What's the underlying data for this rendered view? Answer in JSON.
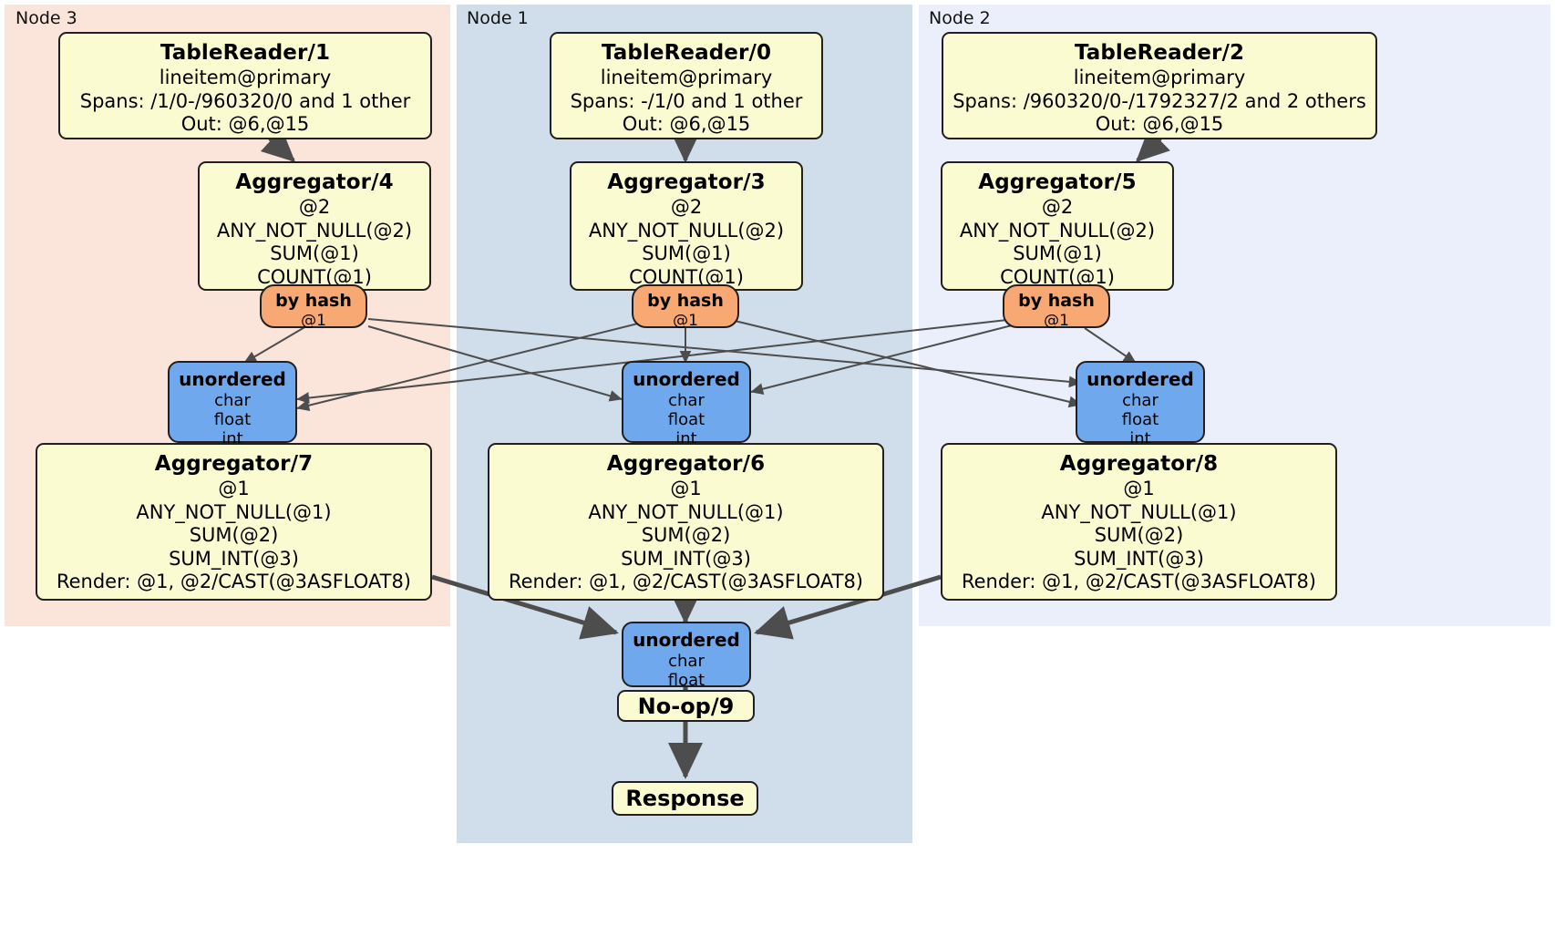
{
  "diagram": {
    "type": "distributed-query-plan",
    "colors": {
      "node3_bg": "#fbe5da",
      "node1_bg": "#cfdeea",
      "node2_bg": "#eaeffb",
      "processor_fill": "#fbfbd2",
      "router_fill": "#f7a873",
      "sync_fill": "#6fa8ec",
      "stroke": "#231f20",
      "edge": "#4d4d4d"
    }
  },
  "panels": [
    {
      "id": "node3",
      "label": "Node 3"
    },
    {
      "id": "node1",
      "label": "Node 1"
    },
    {
      "id": "node2",
      "label": "Node 2"
    }
  ],
  "processors": {
    "table_reader_1": {
      "title": "TableReader/1",
      "lines": [
        "lineitem@primary",
        "Spans: /1/0-/960320/0 and 1 other",
        "Out: @6,@15"
      ]
    },
    "table_reader_0": {
      "title": "TableReader/0",
      "lines": [
        "lineitem@primary",
        "Spans: -/1/0 and 1 other",
        "Out: @6,@15"
      ]
    },
    "table_reader_2": {
      "title": "TableReader/2",
      "lines": [
        "lineitem@primary",
        "Spans: /960320/0-/1792327/2 and 2 others",
        "Out: @6,@15"
      ]
    },
    "aggregator_4": {
      "title": "Aggregator/4",
      "lines": [
        "@2",
        "ANY_NOT_NULL(@2)",
        "SUM(@1)",
        "COUNT(@1)"
      ]
    },
    "aggregator_3": {
      "title": "Aggregator/3",
      "lines": [
        "@2",
        "ANY_NOT_NULL(@2)",
        "SUM(@1)",
        "COUNT(@1)"
      ]
    },
    "aggregator_5": {
      "title": "Aggregator/5",
      "lines": [
        "@2",
        "ANY_NOT_NULL(@2)",
        "SUM(@1)",
        "COUNT(@1)"
      ]
    },
    "aggregator_7": {
      "title": "Aggregator/7",
      "lines": [
        "@1",
        "ANY_NOT_NULL(@1)",
        "SUM(@2)",
        "SUM_INT(@3)",
        "Render: @1, @2/CAST(@3ASFLOAT8)"
      ]
    },
    "aggregator_6": {
      "title": "Aggregator/6",
      "lines": [
        "@1",
        "ANY_NOT_NULL(@1)",
        "SUM(@2)",
        "SUM_INT(@3)",
        "Render: @1, @2/CAST(@3ASFLOAT8)"
      ]
    },
    "aggregator_8": {
      "title": "Aggregator/8",
      "lines": [
        "@1",
        "ANY_NOT_NULL(@1)",
        "SUM(@2)",
        "SUM_INT(@3)",
        "Render: @1, @2/CAST(@3ASFLOAT8)"
      ]
    },
    "noop_9": {
      "title": "No-op/9"
    },
    "response": {
      "title": "Response"
    }
  },
  "routers": {
    "by_hash_left": {
      "title": "by hash",
      "line": "@1"
    },
    "by_hash_center": {
      "title": "by hash",
      "line": "@1"
    },
    "by_hash_right": {
      "title": "by hash",
      "line": "@1"
    }
  },
  "synchronizers": {
    "unordered_left": {
      "title": "unordered",
      "lines": [
        "char",
        "float",
        "int"
      ]
    },
    "unordered_center": {
      "title": "unordered",
      "lines": [
        "char",
        "float",
        "int"
      ]
    },
    "unordered_right": {
      "title": "unordered",
      "lines": [
        "char",
        "float",
        "int"
      ]
    },
    "unordered_final": {
      "title": "unordered",
      "lines": [
        "char",
        "float"
      ]
    }
  }
}
